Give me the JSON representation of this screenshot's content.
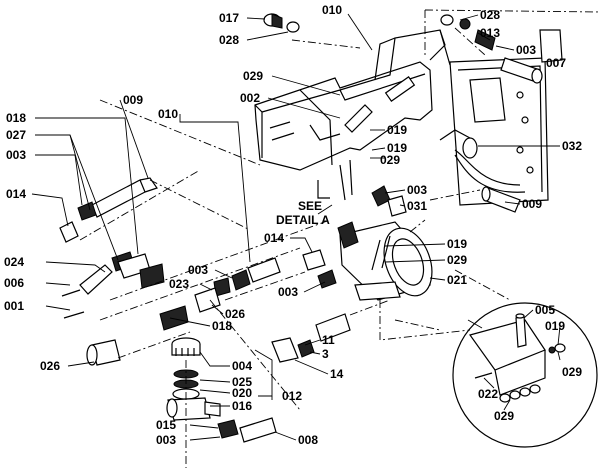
{
  "labels": [
    {
      "id": "l017",
      "text": "017"
    },
    {
      "id": "l028a",
      "text": "028"
    },
    {
      "id": "l010a",
      "text": "010"
    },
    {
      "id": "l028b",
      "text": "028"
    },
    {
      "id": "l013",
      "text": "013"
    },
    {
      "id": "l003a",
      "text": "003"
    },
    {
      "id": "l007",
      "text": "007"
    },
    {
      "id": "l029a",
      "text": "029"
    },
    {
      "id": "l002",
      "text": "002"
    },
    {
      "id": "l009a",
      "text": "009"
    },
    {
      "id": "l010b",
      "text": "010"
    },
    {
      "id": "l019a",
      "text": "019"
    },
    {
      "id": "l019b",
      "text": "019"
    },
    {
      "id": "l029b",
      "text": "029"
    },
    {
      "id": "l032",
      "text": "032"
    },
    {
      "id": "l018a",
      "text": "018"
    },
    {
      "id": "l027",
      "text": "027"
    },
    {
      "id": "l003b",
      "text": "003"
    },
    {
      "id": "l014a",
      "text": "014"
    },
    {
      "id": "l003c",
      "text": "003"
    },
    {
      "id": "l031",
      "text": "031"
    },
    {
      "id": "l009b",
      "text": "009"
    },
    {
      "id": "lsee",
      "text": "SEE"
    },
    {
      "id": "ldetail",
      "text": "DETAIL A"
    },
    {
      "id": "l014b",
      "text": "014"
    },
    {
      "id": "l019c",
      "text": "019"
    },
    {
      "id": "l029c",
      "text": "029"
    },
    {
      "id": "l021",
      "text": "021"
    },
    {
      "id": "l024",
      "text": "024"
    },
    {
      "id": "l006",
      "text": "006"
    },
    {
      "id": "l001",
      "text": "001"
    },
    {
      "id": "l003d",
      "text": "003"
    },
    {
      "id": "l023",
      "text": "023"
    },
    {
      "id": "l003e",
      "text": "003"
    },
    {
      "id": "l026a",
      "text": "026"
    },
    {
      "id": "l018b",
      "text": "018"
    },
    {
      "id": "l011",
      "text": "11"
    },
    {
      "id": "l3",
      "text": "3"
    },
    {
      "id": "l14",
      "text": "14"
    },
    {
      "id": "l026b",
      "text": "026"
    },
    {
      "id": "l004",
      "text": "004"
    },
    {
      "id": "l025",
      "text": "025"
    },
    {
      "id": "l020",
      "text": "020"
    },
    {
      "id": "l012",
      "text": "012"
    },
    {
      "id": "l016",
      "text": "016"
    },
    {
      "id": "l015",
      "text": "015"
    },
    {
      "id": "l003f",
      "text": "003"
    },
    {
      "id": "l008",
      "text": "008"
    },
    {
      "id": "l005",
      "text": "005"
    },
    {
      "id": "l019d",
      "text": "019"
    },
    {
      "id": "l029d",
      "text": "029"
    },
    {
      "id": "l022",
      "text": "022"
    },
    {
      "id": "l029e",
      "text": "029"
    }
  ]
}
